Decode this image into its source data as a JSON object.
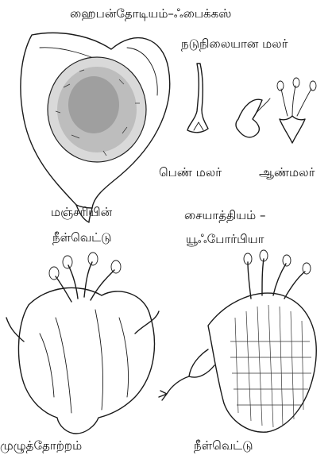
{
  "labels": {
    "title": "ஹைபன்தோடியம்–ஃபைக்கஸ்",
    "neutral_flower": "நடுநிலையான மலர்",
    "female_flower": "பெண் மலர்",
    "male_flower": "ஆண்மலர்",
    "inflorescence_line1": "மஞ்சரியின்",
    "inflorescence_line2": "நீள்வெட்டு",
    "cyathium_line1": "சையாத்தியம் –",
    "cyathium_line2": "யூஃபோர்பியா",
    "whole_view": "முழுத்தோற்றம்",
    "longitudinal_section": "நீள்வெட்டு"
  }
}
